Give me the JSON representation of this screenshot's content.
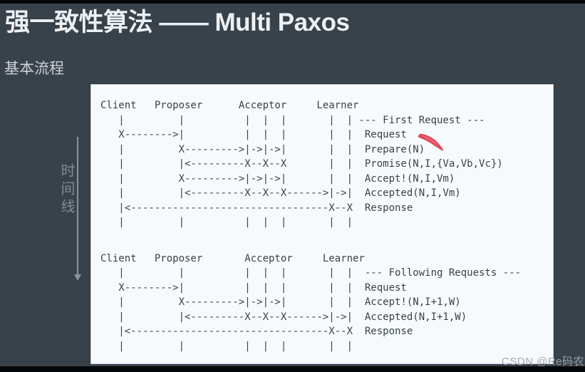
{
  "slide": {
    "title": "强一致性算法 —— Multi Paxos",
    "subtitle": "基本流程",
    "timeline_label": "时间线"
  },
  "diagrams": [
    {
      "name": "first-request",
      "participants": [
        "Client",
        "Proposer",
        "Acceptor",
        "Learner"
      ],
      "section_label": "--- First Request ---",
      "messages": [
        "Request",
        "Prepare(N)",
        "Promise(N,I,{Va,Vb,Vc})",
        "Accept!(N,I,Vm)",
        "Accepted(N,I,Vm)",
        "Response"
      ],
      "ascii": [
        "Client   Proposer      Acceptor     Learner",
        "   |         |          |  |  |       |  | --- First Request ---",
        "   X-------->|          |  |  |       |  |  Request",
        "   |         X--------->|->|->|       |  |  Prepare(N)",
        "   |         |<---------X--X--X       |  |  Promise(N,I,{Va,Vb,Vc})",
        "   |         X--------->|->|->|       |  |  Accept!(N,I,Vm)",
        "   |         |<---------X--X--X------>|->|  Accepted(N,I,Vm)",
        "   |<---------------------------------X--X  Response",
        "   |         |          |  |  |       |  |"
      ]
    },
    {
      "name": "following-requests",
      "participants": [
        "Client",
        "Proposer",
        "Acceptor",
        "Learner"
      ],
      "section_label": "--- Following Requests ---",
      "messages": [
        "Request",
        "Accept!(N,I+1,W)",
        "Accepted(N,I+1,W)",
        "Response"
      ],
      "ascii": [
        "Client   Proposer       Acceptor     Learner",
        "   |         |          |  |  |       |  |  --- Following Requests ---",
        "   X-------->|          |  |  |       |  |  Request",
        "   |         X--------->|->|->|       |  |  Accept!(N,I+1,W)",
        "   |         |<---------X--X--X------>|->|  Accepted(N,I+1,W)",
        "   |<---------------------------------X--X  Response",
        "   |         |          |  |  |       |  |"
      ]
    }
  ],
  "watermark": "CSDN @Re码农",
  "icons": {
    "laser_pointer": "red-laser-swoosh"
  },
  "colors": {
    "slide_background": "#38424b",
    "panel_background": "#f7fafc",
    "ascii_text": "#37424b",
    "title_text": "#eef1f4",
    "muted_text": "#7f8c95",
    "laser_red": "#e13343",
    "letterbox": "#060708"
  }
}
